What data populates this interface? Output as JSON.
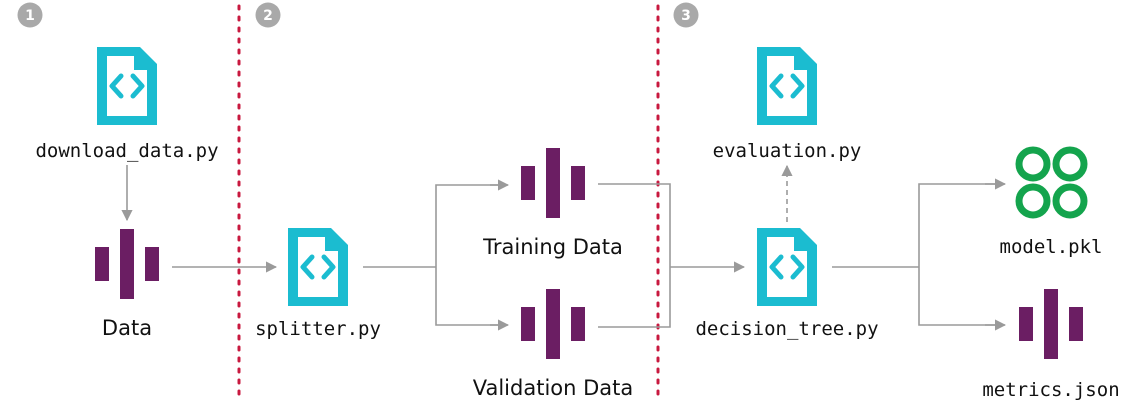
{
  "steps": [
    "1",
    "2",
    "3"
  ],
  "nodes": {
    "download_data": {
      "label": "download_data.py",
      "icon": "python-file-icon"
    },
    "data": {
      "label": "Data",
      "icon": "dataset-bar-icon"
    },
    "splitter": {
      "label": "splitter.py",
      "icon": "python-file-icon"
    },
    "training_data": {
      "label": "Training Data",
      "icon": "dataset-bar-icon"
    },
    "validation_data": {
      "label": "Validation Data",
      "icon": "dataset-bar-icon"
    },
    "decision_tree": {
      "label": "decision_tree.py",
      "icon": "python-file-icon"
    },
    "evaluation": {
      "label": "evaluation.py",
      "icon": "python-file-icon"
    },
    "model": {
      "label": "model.pkl",
      "icon": "model-pickle-icon"
    },
    "metrics": {
      "label": "metrics.json",
      "icon": "dataset-bar-icon"
    }
  },
  "colors": {
    "file_icon": "#1bbcd0",
    "data_bars": "#6b1e63",
    "model_icon": "#14a44d",
    "divider": "#c8193f",
    "step_badge": "#a9a9a9",
    "arrow": "#9a9a9a"
  }
}
